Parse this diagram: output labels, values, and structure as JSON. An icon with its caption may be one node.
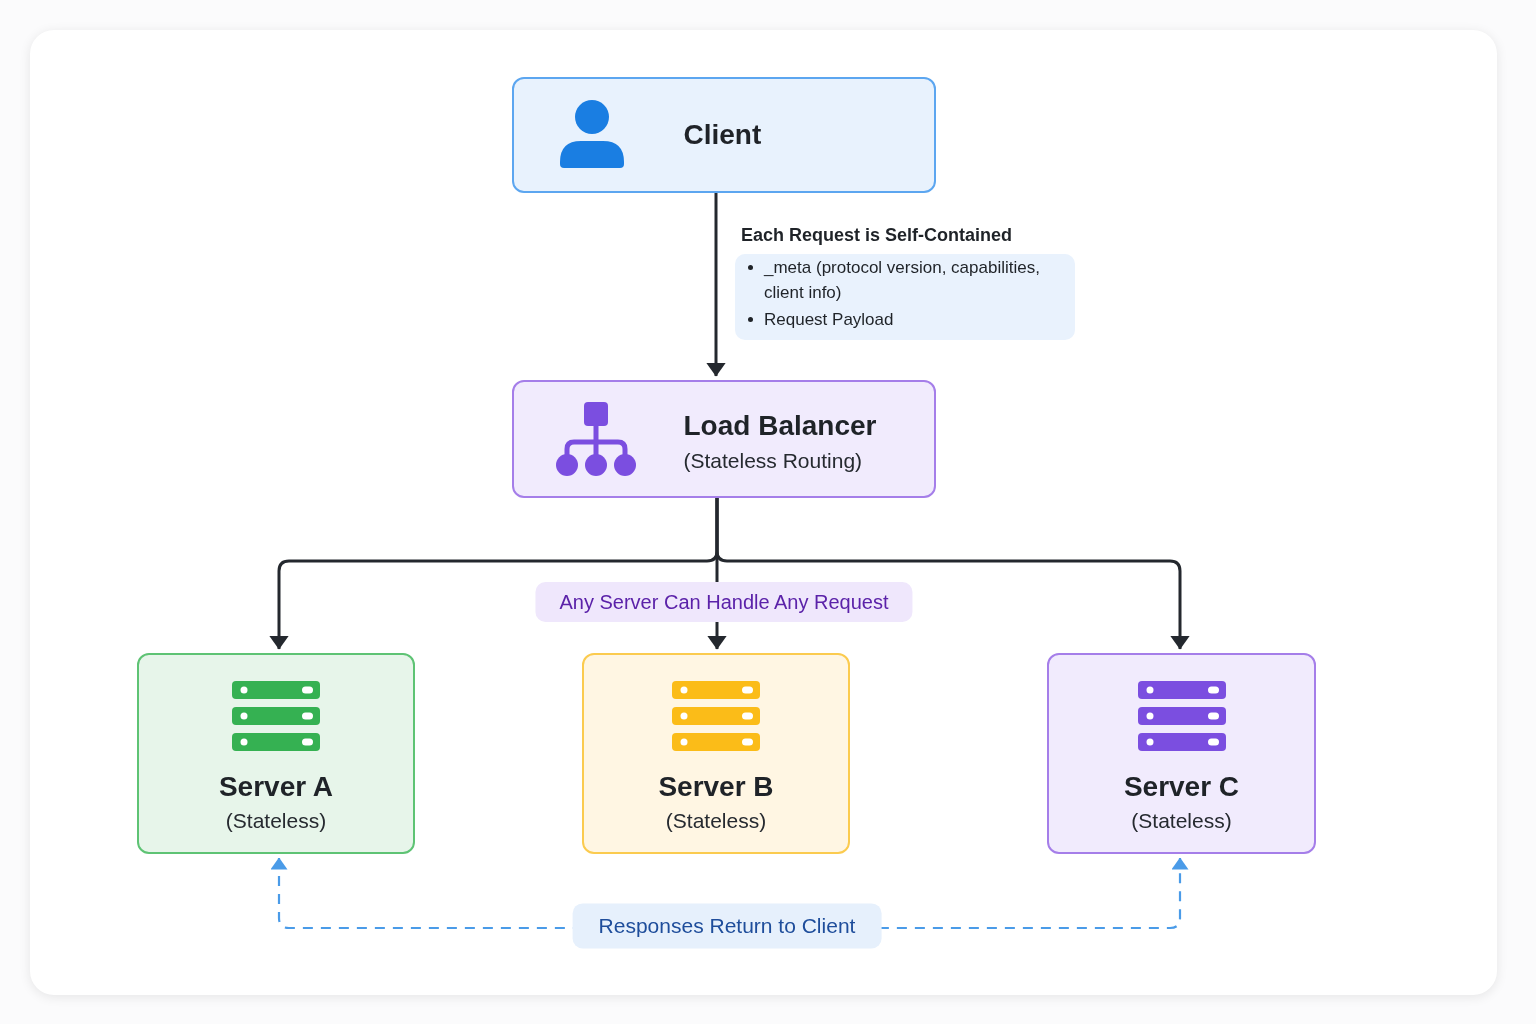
{
  "diagram": {
    "nodes": [
      {
        "text": [
          "Client"
        ]
      },
      {
        "text": [
          "Each Request is Self-Contained",
          "_meta (protocol version, capabilities, client info)",
          "Request Payload"
        ]
      },
      {
        "text": [
          "Load Balancer",
          "(Stateless Routing)"
        ]
      },
      {
        "text": [
          "Server A",
          "(Stateless)"
        ]
      },
      {
        "text": [
          "Server B",
          "(Stateless)"
        ]
      },
      {
        "text": [
          "Server C",
          "(Stateless)"
        ]
      }
    ],
    "edges": [
      {
        "from": 0,
        "to": 2,
        "arrow": "to"
      },
      {
        "from": 2,
        "to": 3,
        "arrow": "to"
      },
      {
        "from": 2,
        "to": 4,
        "arrow": "to",
        "label": "Any Server Can Handle Any Request"
      },
      {
        "from": 2,
        "to": 5,
        "arrow": "to"
      },
      {
        "from": 3,
        "to": 5,
        "arrow": "both",
        "label": "Responses Return to Client",
        "style": "dashed",
        "color": "#4a9be8"
      }
    ]
  }
}
